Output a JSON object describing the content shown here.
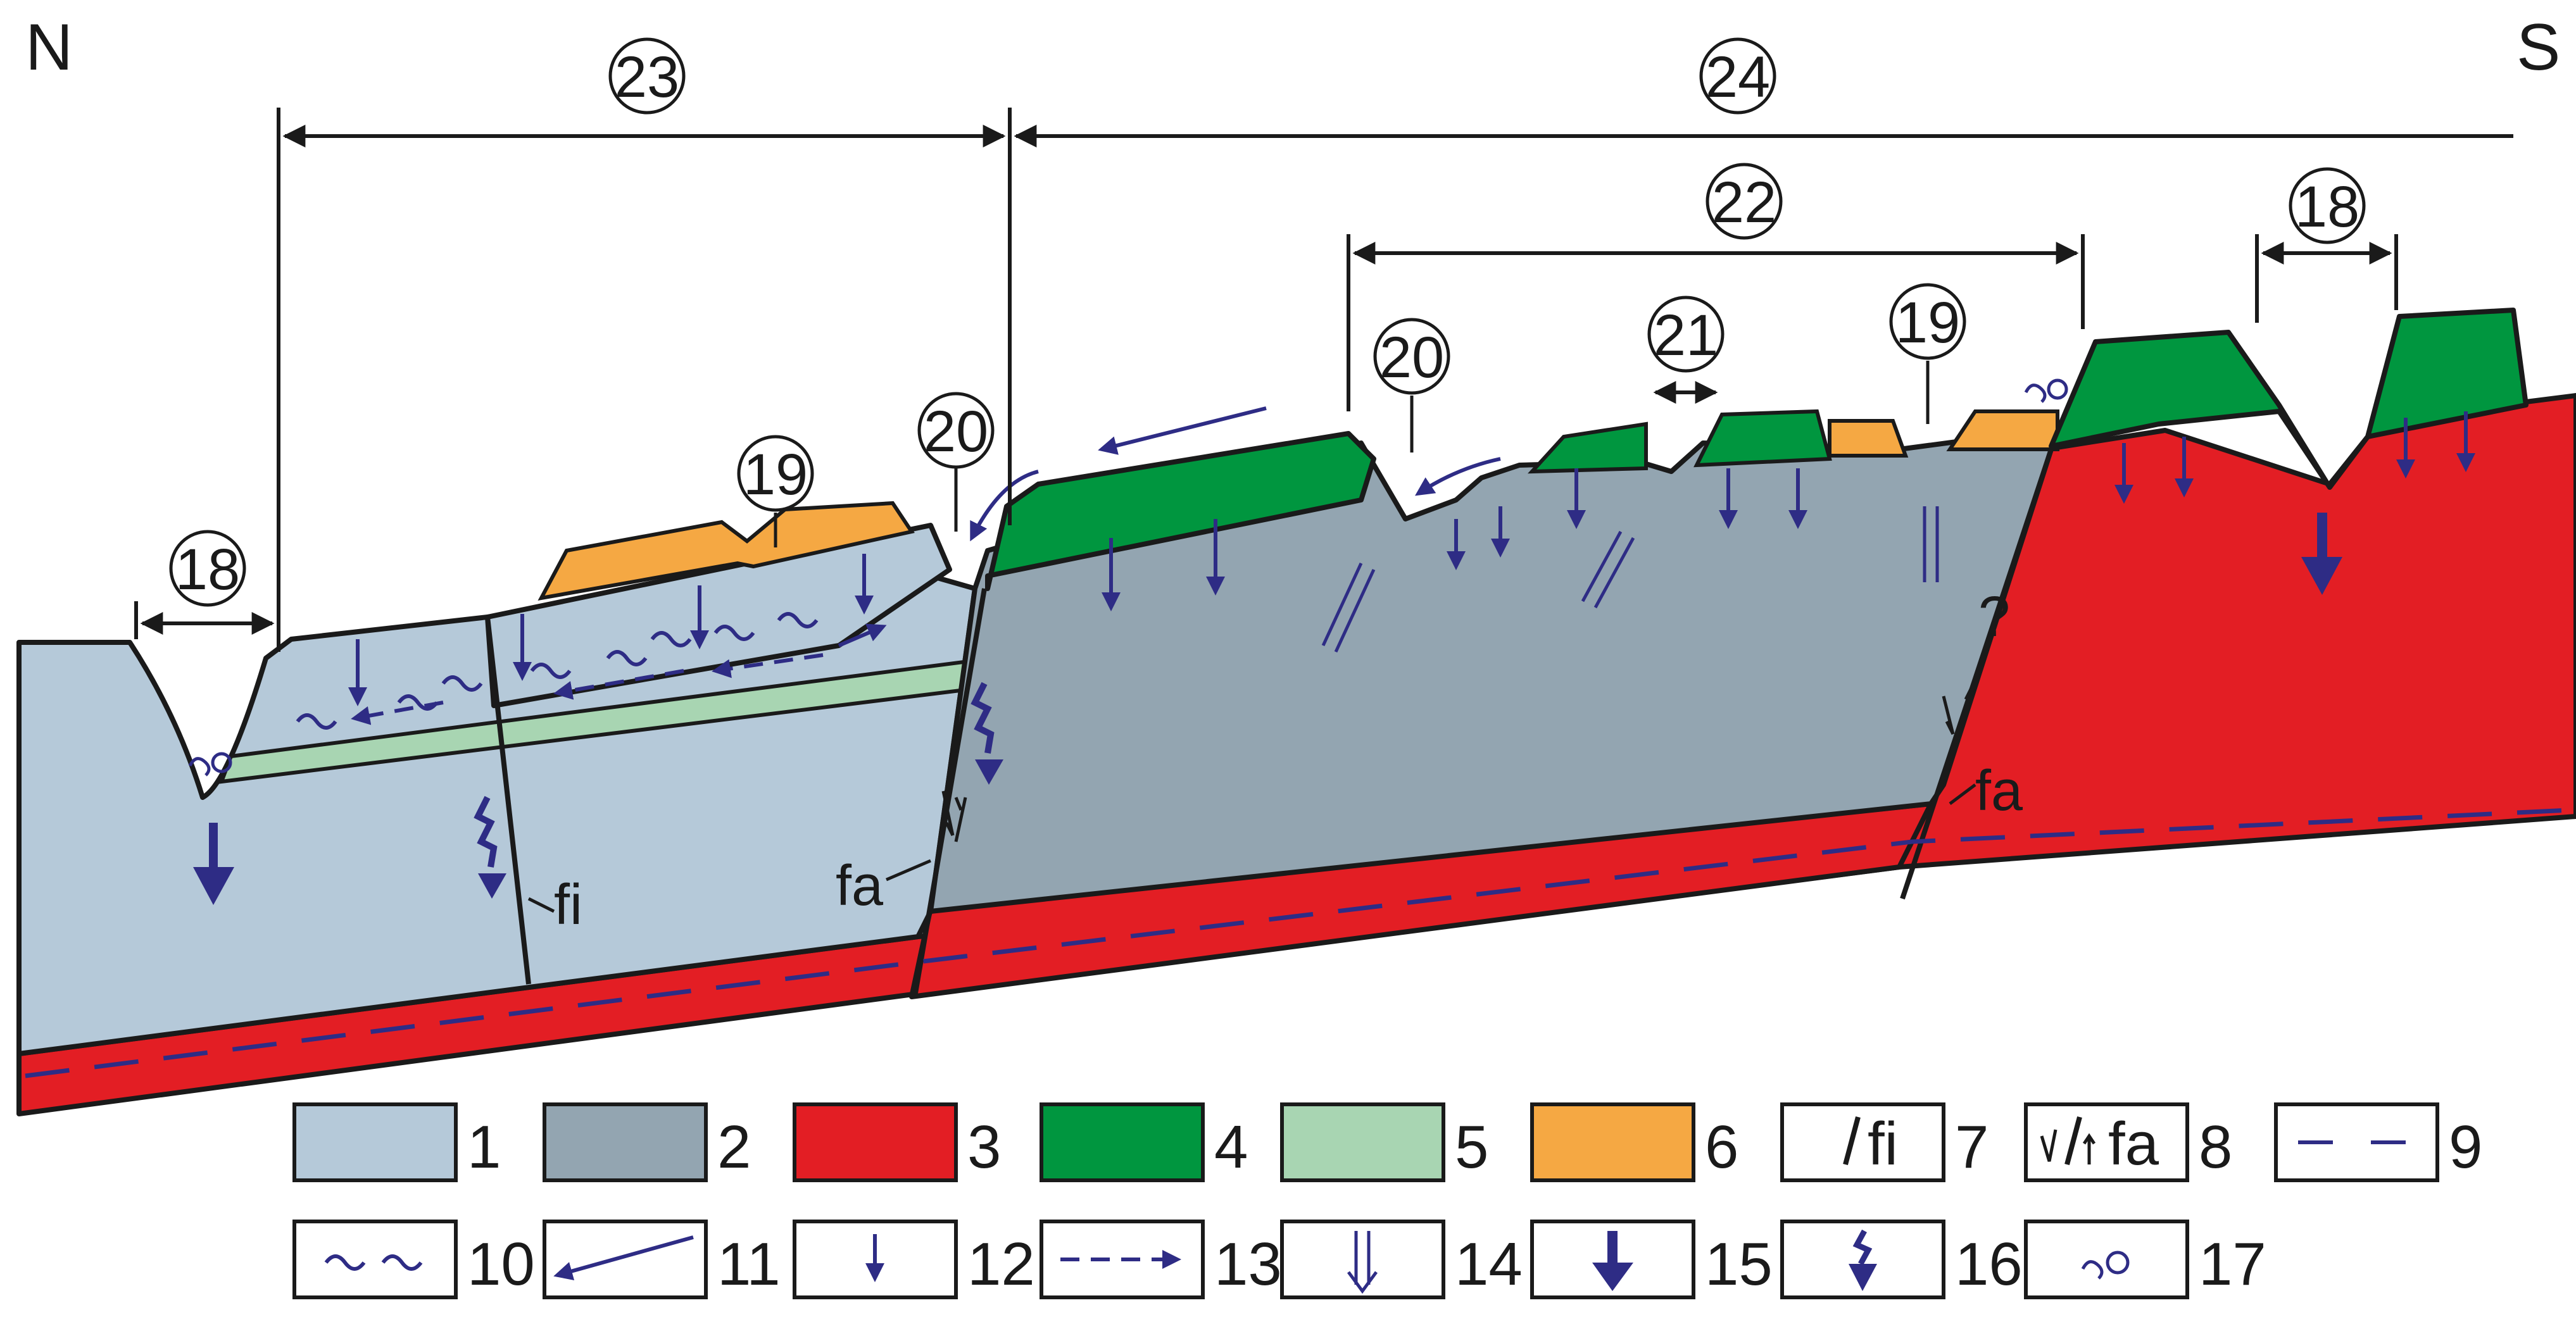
{
  "orientation": {
    "north": "N",
    "south": "S"
  },
  "brackets": {
    "b23": "23",
    "b24": "24",
    "b22": "22",
    "b18_right": "18",
    "b18_left": "18"
  },
  "callouts": {
    "c19_left": "19",
    "c20_left": "20",
    "c20_right": "20",
    "c21": "21",
    "c19_right": "19"
  },
  "faults": {
    "fi": "fi",
    "fa_left": "fa",
    "fa_right": "fa",
    "question": "?"
  },
  "colors": {
    "unit1": "#b5c9d9",
    "unit2": "#93a5b1",
    "unit3": "#e31e24",
    "unit4": "#00963f",
    "unit5": "#a8d5b2",
    "unit6": "#f5a843",
    "symbol": "#2e2c85",
    "line": "#1a1a1a"
  },
  "legend": [
    {
      "number": "1",
      "type": "fill",
      "color": "#b5c9d9"
    },
    {
      "number": "2",
      "type": "fill",
      "color": "#93a5b1"
    },
    {
      "number": "3",
      "type": "fill",
      "color": "#e31e24"
    },
    {
      "number": "4",
      "type": "fill",
      "color": "#00963f"
    },
    {
      "number": "5",
      "type": "fill",
      "color": "#a8d5b2"
    },
    {
      "number": "6",
      "type": "fill",
      "color": "#f5a843"
    },
    {
      "number": "7",
      "type": "fault-fi",
      "text": "fi"
    },
    {
      "number": "8",
      "type": "fault-fa",
      "text": "fa"
    },
    {
      "number": "9",
      "type": "dashed-line"
    },
    {
      "number": "10",
      "type": "wavy"
    },
    {
      "number": "11",
      "type": "flow-arrow"
    },
    {
      "number": "12",
      "type": "thin-down-arrow"
    },
    {
      "number": "13",
      "type": "dashed-arrow"
    },
    {
      "number": "14",
      "type": "double-down-arrow"
    },
    {
      "number": "15",
      "type": "bold-down-arrow"
    },
    {
      "number": "16",
      "type": "zigzag-arrow"
    },
    {
      "number": "17",
      "type": "spring-symbol"
    }
  ]
}
